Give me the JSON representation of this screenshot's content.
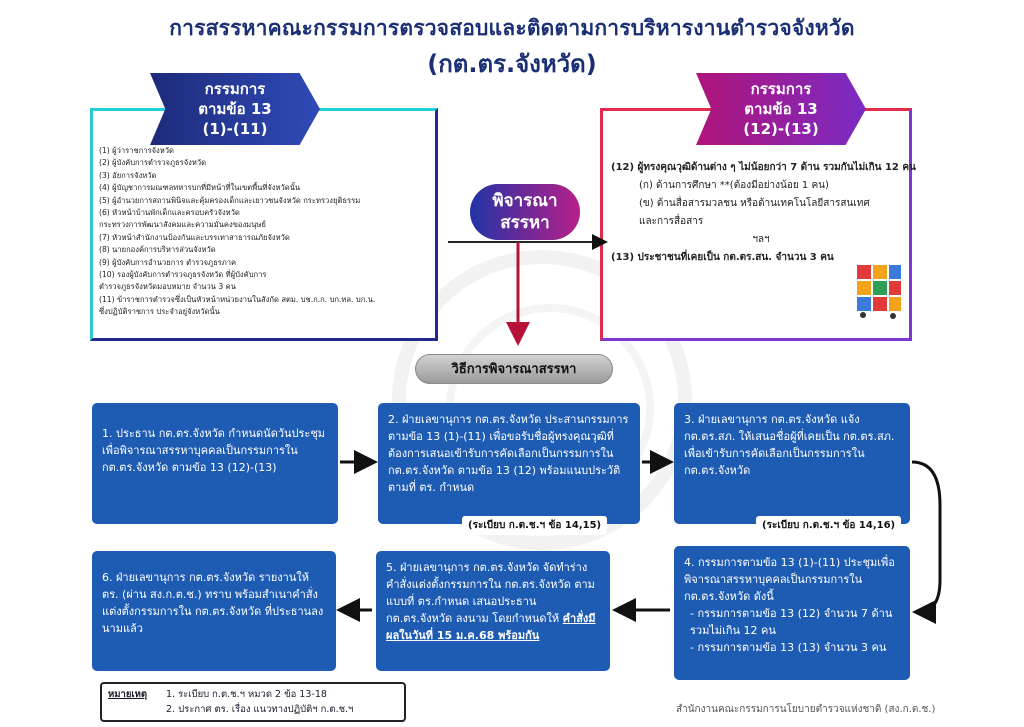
{
  "title_line1": "การสรรหาคณะกรรมการตรวจสอบและติดตามการบริหารงานตำรวจจังหวัด",
  "title_line2": "(กต.ตร.จังหวัด)",
  "left_banner": {
    "l1": "กรรมการ",
    "l2": "ตามข้อ 13",
    "l3": "(1)-(11)"
  },
  "right_banner": {
    "l1": "กรรมการ",
    "l2": "ตามข้อ 13",
    "l3": "(12)-(13)"
  },
  "left_list": [
    "(1) ผู้ว่าราชการจังหวัด",
    "(2) ผู้บังคับการตำรวจภูธรจังหวัด",
    "(3) อัยการจังหวัด",
    "(4) ผู้บัญชาการมณฑลทหารบกที่มีหน้าที่ในเขตพื้นที่จังหวัดนั้น",
    "(5) ผู้อำนวยการสถานพินิจและคุ้มครองเด็กและเยาวชนจังหวัด กระทรวงยุติธรรม",
    "(6) หัวหน้าบ้านพักเด็กและครอบครัวจังหวัด",
    "กระทรวงการพัฒนาสังคมและความมั่นคงของมนุษย์",
    "(7) หัวหน้าสำนักงานป้องกันและบรรเทาสาธารณภัยจังหวัด",
    "(8) นายกองค์การบริหารส่วนจังหวัด",
    "(9) ผู้บังคับการอำนวยการ ตำรวจภูธรภาค",
    "(10) รองผู้บังคับการตำรวจภูธรจังหวัด ที่ผู้บังคับการ",
    "ตำรวจภูธรจังหวัดมอบหมาย จำนวน 3 คน",
    "(11) ข้าราชการตำรวจซึ่งเป็นหัวหน้าหน่วยงานในสังกัด สตม. บช.ก.ก. บก.ทล. บก.น.",
    "ซึ่งปฏิบัติราชการ ประจำอยู่จังหวัดนั้น"
  ],
  "right_list": {
    "r1": "(12) ผู้ทรงคุณวุฒิด้านต่าง ๆ ไม่น้อยกว่า 7 ด้าน รวมกันไม่เกิน 12 คน",
    "r2": "(ก) ด้านการศึกษา **(ต้องมีอย่างน้อย 1 คน)",
    "r3": "(ข) ด้านสื่อสารมวลชน หรือด้านเทคโนโลยีสารสนเทศ",
    "r4": "และการสื่อสาร",
    "r5": "ฯลฯ",
    "r6": "(13) ประชาชนที่เคยเป็น กต.ตร.สน. จำนวน 3 คน"
  },
  "consider": {
    "l1": "พิจารณา",
    "l2": "สรรหา"
  },
  "method_label": "วิธีการพิจารณาสรรหา",
  "steps": {
    "s1": "1. ประธาน กต.ตร.จังหวัด กำหนดนัดวันประชุมเพื่อพิจารณาสรรหาบุคคลเป็นกรรมการใน กต.ตร.จังหวัด ตามข้อ 13 (12)-(13)",
    "s2": "2. ฝ่ายเลขานุการ กต.ตร.จังหวัด ประสานกรรมการตามข้อ 13 (1)-(11) เพื่อขอรับชื่อผู้ทรงคุณวุฒิที่ต้องการเสนอเข้ารับการคัดเลือกเป็นกรรมการใน กต.ตร.จังหวัด ตามข้อ 13 (12) พร้อมแนบประวัติตามที่ ตร. กำหนด",
    "s3": "3. ฝ่ายเลขานุการ กต.ตร.จังหวัด แจ้ง กต.ตร.สภ. ให้เสนอชื่อผู้ที่เคยเป็น กต.ตร.สภ. เพื่อเข้ารับการคัดเลือกเป็นกรรมการใน กต.ตร.จังหวัด",
    "s4_head": "4. กรรมการตามข้อ 13 (1)-(11) ประชุมเพื่อพิจารณาสรรหาบุคคลเป็นกรรมการใน กต.ตร.จังหวัด ดังนี้",
    "s4_a": "- กรรมการตามข้อ 13 (12) จำนวน 7 ด้าน รวมไม่เกิน 12 คน",
    "s4_b": "- กรรมการตามข้อ 13 (13) จำนวน 3 คน",
    "s5_main": "5. ฝ่ายเลขานุการ กต.ตร.จังหวัด จัดทำร่างคำสั่งแต่งตั้งกรรมการใน กต.ตร.จังหวัด ตามแบบที่ ตร.กำหนด เสนอประธาน กต.ตร.จังหวัด ลงนาม โดยกำหนดให้",
    "s5_bold": "คำสั่งมีผลในวันที่ 15 ม.ค.68 พร้อมกัน",
    "s6": "6. ฝ่ายเลขานุการ กต.ตร.จังหวัด รายงานให้ ตร. (ผ่าน สง.ก.ต.ช.) ทราบ พร้อมสำเนาคำสั่งแต่งตั้งกรรมการใน กต.ตร.จังหวัด ที่ประธานลงนามแล้ว"
  },
  "reg_notes": {
    "n2": "(ระเบียบ ก.ต.ช.ฯ ข้อ 14,15)",
    "n3": "(ระเบียบ ก.ต.ช.ฯ ข้อ 14,16)"
  },
  "notes": {
    "label": "หมายเหตุ",
    "n1": "1. ระเบียบ ก.ต.ช.ฯ หมวด 2 ข้อ 13-18",
    "n2": "2. ประกาศ ตร. เรื่อง แนวทางปฏิบัติฯ ก.ต.ช.ฯ"
  },
  "footer": "สำนักงานคณะกรรมการนโยบายตำรวจแห่งชาติ (สง.ก.ต.ช.)",
  "colors": {
    "title": "#1b2f74",
    "step_fill": "#1e5cb3",
    "left_banner": "#1d2a7a",
    "right_banner": "#b0147a",
    "consider_gradient_start": "#2233a5",
    "consider_gradient_end": "#b7208a"
  }
}
